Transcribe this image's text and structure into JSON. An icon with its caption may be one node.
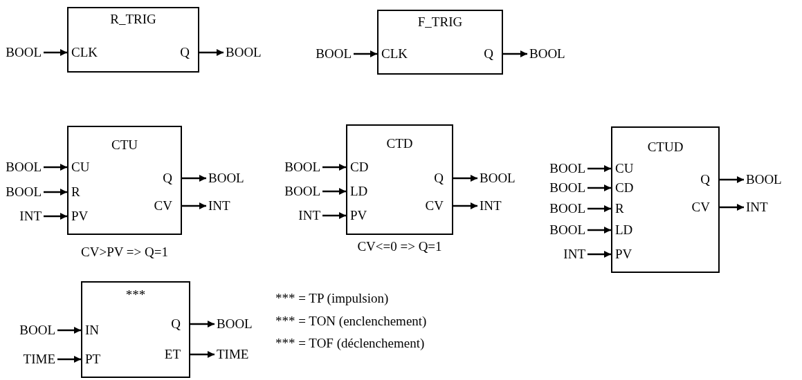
{
  "diagram": {
    "nodes": [
      {
        "text": [
          "R_TRIG",
          "CLK",
          "Q"
        ]
      },
      {
        "text": [
          "BOOL"
        ]
      },
      {
        "text": [
          "BOOL"
        ]
      },
      {
        "text": [
          "F_TRIG",
          "CLK",
          "Q"
        ]
      },
      {
        "text": [
          "BOOL"
        ]
      },
      {
        "text": [
          "BOOL"
        ]
      },
      {
        "text": [
          "CTU",
          "CU",
          "R",
          "PV",
          "Q",
          "CV"
        ],
        "beside": [
          "CV>PV => Q=1"
        ]
      },
      {
        "text": [
          "BOOL"
        ]
      },
      {
        "text": [
          "BOOL"
        ]
      },
      {
        "text": [
          "INT"
        ]
      },
      {
        "text": [
          "BOOL"
        ]
      },
      {
        "text": [
          "INT"
        ]
      },
      {
        "text": [
          "CTD",
          "CD",
          "LD",
          "PV",
          "Q",
          "CV"
        ],
        "beside": [
          "CV<=0 => Q=1"
        ]
      },
      {
        "text": [
          "BOOL"
        ]
      },
      {
        "text": [
          "BOOL"
        ]
      },
      {
        "text": [
          "INT"
        ]
      },
      {
        "text": [
          "BOOL"
        ]
      },
      {
        "text": [
          "INT"
        ]
      },
      {
        "text": [
          "CTUD",
          "CU",
          "CD",
          "R",
          "LD",
          "PV",
          "Q",
          "CV"
        ]
      },
      {
        "text": [
          "BOOL"
        ]
      },
      {
        "text": [
          "BOOL"
        ]
      },
      {
        "text": [
          "BOOL"
        ]
      },
      {
        "text": [
          "BOOL"
        ]
      },
      {
        "text": [
          "INT"
        ]
      },
      {
        "text": [
          "BOOL"
        ]
      },
      {
        "text": [
          "INT"
        ]
      },
      {
        "text": [
          "***",
          "IN",
          "PT",
          "Q",
          "ET"
        ]
      },
      {
        "text": [
          "BOOL"
        ]
      },
      {
        "text": [
          "TIME"
        ]
      },
      {
        "text": [
          "BOOL"
        ]
      },
      {
        "text": [
          "TIME"
        ]
      }
    ],
    "edges": [
      {
        "from": 1,
        "to": 0,
        "arrow": "to"
      },
      {
        "from": 0,
        "to": 2,
        "arrow": "to"
      },
      {
        "from": 4,
        "to": 3,
        "arrow": "to"
      },
      {
        "from": 3,
        "to": 5,
        "arrow": "to"
      },
      {
        "from": 7,
        "to": 6,
        "arrow": "to"
      },
      {
        "from": 8,
        "to": 6,
        "arrow": "to"
      },
      {
        "from": 9,
        "to": 6,
        "arrow": "to"
      },
      {
        "from": 6,
        "to": 10,
        "arrow": "to"
      },
      {
        "from": 6,
        "to": 11,
        "arrow": "to"
      },
      {
        "from": 13,
        "to": 12,
        "arrow": "to"
      },
      {
        "from": 14,
        "to": 12,
        "arrow": "to"
      },
      {
        "from": 15,
        "to": 12,
        "arrow": "to"
      },
      {
        "from": 12,
        "to": 16,
        "arrow": "to"
      },
      {
        "from": 12,
        "to": 17,
        "arrow": "to"
      },
      {
        "from": 19,
        "to": 18,
        "arrow": "to"
      },
      {
        "from": 20,
        "to": 18,
        "arrow": "to"
      },
      {
        "from": 21,
        "to": 18,
        "arrow": "to"
      },
      {
        "from": 22,
        "to": 18,
        "arrow": "to"
      },
      {
        "from": 23,
        "to": 18,
        "arrow": "to"
      },
      {
        "from": 18,
        "to": 24,
        "arrow": "to"
      },
      {
        "from": 18,
        "to": 25,
        "arrow": "to"
      },
      {
        "from": 27,
        "to": 26,
        "arrow": "to"
      },
      {
        "from": 28,
        "to": 26,
        "arrow": "to"
      },
      {
        "from": 26,
        "to": 29,
        "arrow": "to"
      },
      {
        "from": 26,
        "to": 30,
        "arrow": "to"
      }
    ],
    "labels": [
      "*** = TP (impulsion)",
      "*** = TON (enclenchement)",
      "*** = TOF (déclenchement)"
    ]
  }
}
